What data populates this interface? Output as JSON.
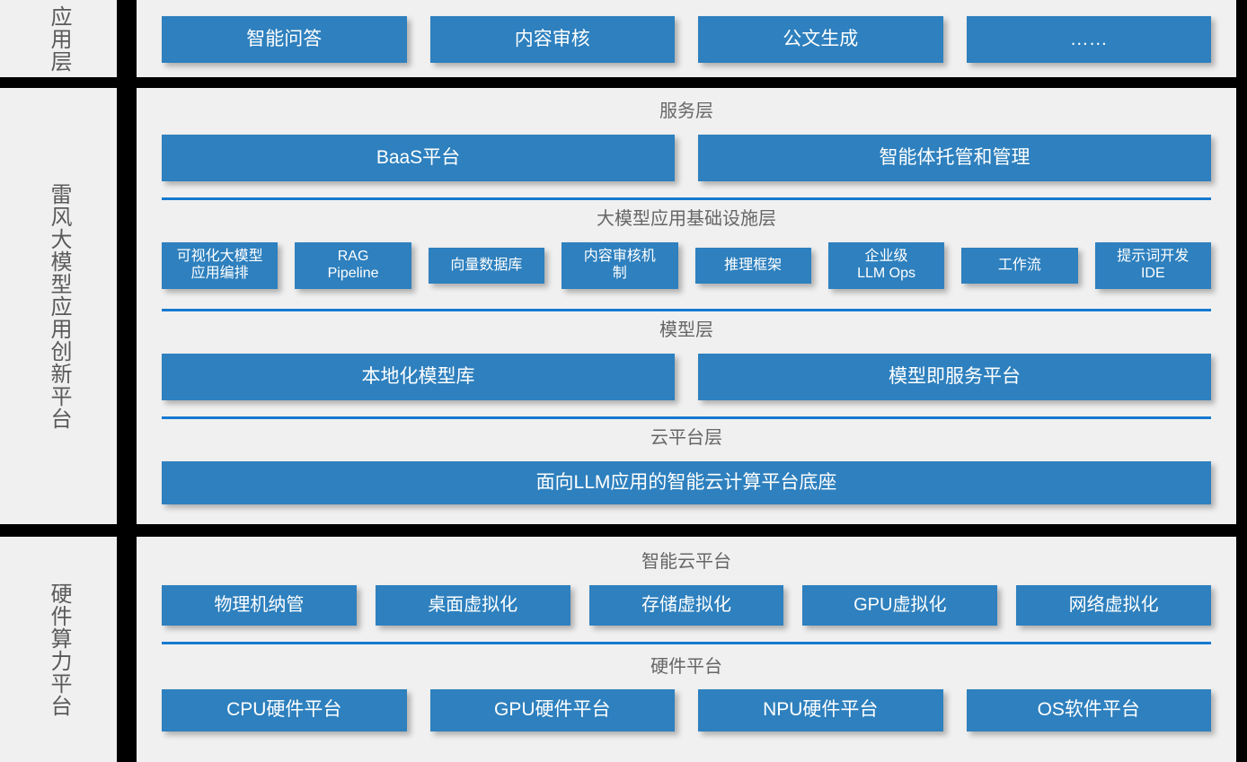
{
  "colors": {
    "box_blue": "#2e80be",
    "rule_blue": "#1579d0",
    "panel_bg": "#f0f0f0",
    "gap_black": "#000000",
    "caption_gray": "#666666",
    "side_label_gray": "#5a5a5a"
  },
  "sections": [
    {
      "id": "application",
      "side_label": "应用层",
      "boxes": [
        "智能问答",
        "内容审核",
        "公文生成",
        "……"
      ]
    },
    {
      "id": "platform",
      "side_label": "雷风大模型应用创新平台",
      "sublayers": [
        {
          "id": "service",
          "caption": "服务层",
          "boxes": [
            "BaaS平台",
            "智能体托管和管理"
          ]
        },
        {
          "id": "infrastructure",
          "caption": "大模型应用基础设施层",
          "boxes": [
            "可视化大模型\n应用编排",
            "RAG\nPipeline",
            "向量数据库",
            "内容审核机\n制",
            "推理框架",
            "企业级\nLLM Ops",
            "工作流",
            "提示词开发\nIDE"
          ]
        },
        {
          "id": "model",
          "caption": "模型层",
          "boxes": [
            "本地化模型库",
            "模型即服务平台"
          ]
        },
        {
          "id": "cloud",
          "caption": "云平台层",
          "boxes": [
            "面向LLM应用的智能云计算平台底座"
          ]
        }
      ]
    },
    {
      "id": "hardware",
      "side_label": "硬件算力平台",
      "sublayers": [
        {
          "id": "smart-cloud",
          "caption": "智能云平台",
          "boxes": [
            "物理机纳管",
            "桌面虚拟化",
            "存储虚拟化",
            "GPU虚拟化",
            "网络虚拟化"
          ]
        },
        {
          "id": "hardware-platform",
          "caption": "硬件平台",
          "boxes": [
            "CPU硬件平台",
            "GPU硬件平台",
            "NPU硬件平台",
            "OS软件平台"
          ]
        }
      ]
    }
  ]
}
